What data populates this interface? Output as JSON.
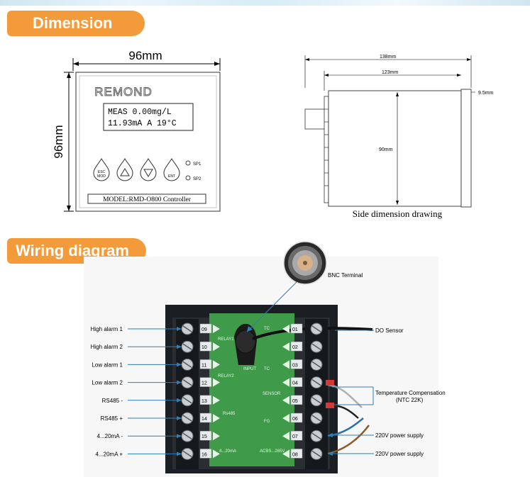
{
  "headers": {
    "dimension": "Dimension",
    "wiring": "Wiring diagram"
  },
  "front": {
    "width_label": "96mm",
    "height_label": "96mm",
    "brand": "REMOND",
    "lcd_line1": "MEAS   0.00mg/L",
    "lcd_line2": "11.93mA A 19°C",
    "buttons": [
      "ESC MOD",
      "",
      "",
      "ENT"
    ],
    "leds": [
      "SP1",
      "SP2"
    ],
    "model": "MODEL:RMD-O800 Controller"
  },
  "side": {
    "dim_total": "138mm",
    "dim_body": "123mm",
    "dim_panel": "9.5mm",
    "dim_height": "90mm",
    "caption": "Side dimension drawing"
  },
  "wiring": {
    "bnc_label": "BNC Terminal",
    "left_labels": [
      "High alarm  1",
      "High alarm  2",
      "Low alarm  1",
      "Low alarm  2",
      "RS485  -",
      "RS485  +",
      "4...20mA  -",
      "4...20mA  +"
    ],
    "left_numbers": [
      "09",
      "10",
      "11",
      "12",
      "13",
      "14",
      "15",
      "16"
    ],
    "right_numbers": [
      "01",
      "02",
      "03",
      "04",
      "05",
      "06",
      "07",
      "08"
    ],
    "inner_left": [
      "RELAY1",
      "RELAY2",
      "Rs485",
      "4...20mA"
    ],
    "inner_right": [
      "TC",
      "TC",
      "SENSOR",
      "FG",
      "ACBS...265V"
    ],
    "input_label": "INPUT",
    "do_sensor": "DO Sensor",
    "temp_comp": "Temperature Compensation",
    "temp_comp_sub": "(NTC 22K)",
    "power1": "220V power supply",
    "power2": "220V power supply"
  }
}
